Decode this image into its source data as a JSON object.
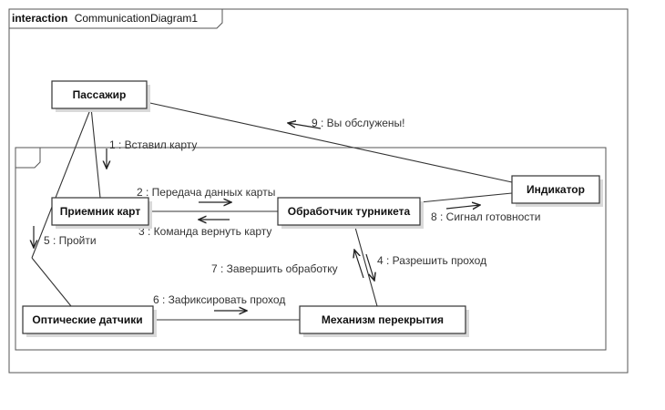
{
  "frame": {
    "keyword": "interaction",
    "name": "CommunicationDiagram1"
  },
  "nodes": {
    "passenger": "Пассажир",
    "card_receiver": "Приемник карт",
    "turnstile_handler": "Обработчик турникета",
    "indicator": "Индикатор",
    "optical_sensors": "Оптические датчики",
    "blocking_mechanism": "Механизм перекрытия"
  },
  "messages": {
    "m1": "1 : Вставил карту",
    "m2": "2 : Передача данных карты",
    "m3": "3 : Команда вернуть карту",
    "m4": "4 : Разрешить проход",
    "m5": "5 : Пройти",
    "m6": "6 : Зафиксировать проход",
    "m7": "7 : Завершить обработку",
    "m8": "8 : Сигнал готовности",
    "m9": "9 : Вы обслужены!"
  }
}
